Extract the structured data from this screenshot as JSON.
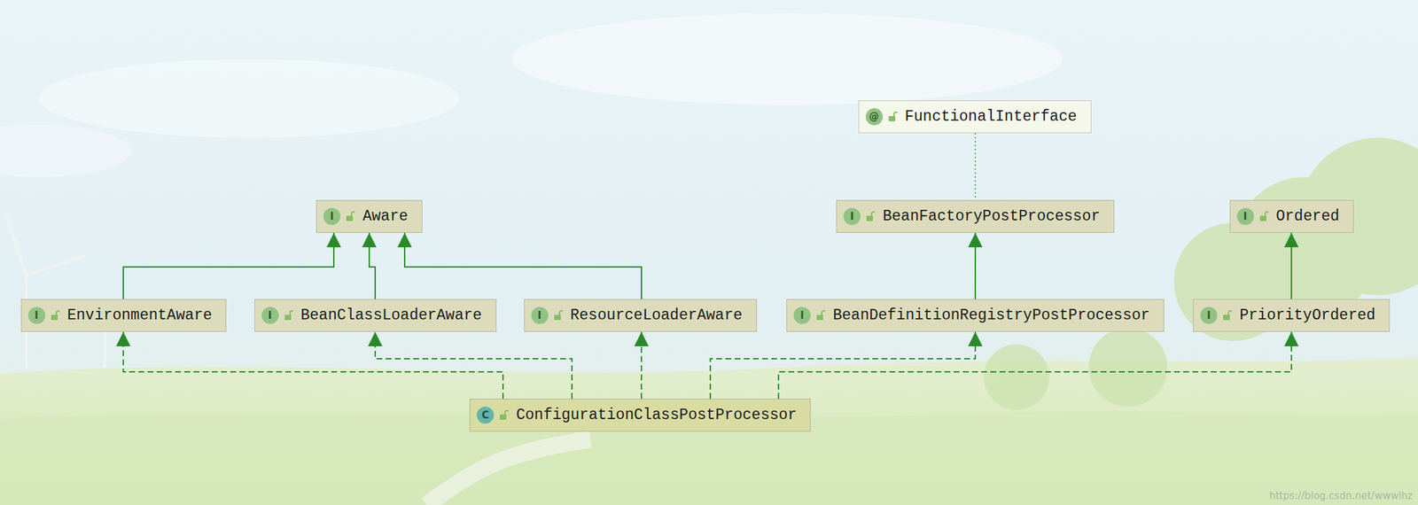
{
  "diagram": {
    "nodes": [
      {
        "text": [
          "@",
          "FunctionalInterface"
        ]
      },
      {
        "text": [
          "I",
          "Aware"
        ]
      },
      {
        "text": [
          "I",
          "BeanFactoryPostProcessor"
        ]
      },
      {
        "text": [
          "I",
          "Ordered"
        ]
      },
      {
        "text": [
          "I",
          "EnvironmentAware"
        ]
      },
      {
        "text": [
          "I",
          "BeanClassLoaderAware"
        ]
      },
      {
        "text": [
          "I",
          "ResourceLoaderAware"
        ]
      },
      {
        "text": [
          "I",
          "BeanDefinitionRegistryPostProcessor"
        ]
      },
      {
        "text": [
          "I",
          "PriorityOrdered"
        ]
      },
      {
        "text": [
          "C",
          "ConfigurationClassPostProcessor"
        ]
      }
    ],
    "edges": [
      {
        "from": 4,
        "to": 1,
        "arrow": "to"
      },
      {
        "from": 5,
        "to": 1,
        "arrow": "to"
      },
      {
        "from": 6,
        "to": 1,
        "arrow": "to"
      },
      {
        "from": 7,
        "to": 2,
        "arrow": "to"
      },
      {
        "from": 8,
        "to": 3,
        "arrow": "to"
      },
      {
        "from": 0,
        "to": 2,
        "arrow": "none"
      },
      {
        "from": 9,
        "to": 4,
        "arrow": "to"
      },
      {
        "from": 9,
        "to": 5,
        "arrow": "to"
      },
      {
        "from": 9,
        "to": 6,
        "arrow": "to"
      },
      {
        "from": 9,
        "to": 7,
        "arrow": "to"
      },
      {
        "from": 9,
        "to": 8,
        "arrow": "to"
      }
    ],
    "labels": [
      "https://blog.csdn.net/wwwlhz"
    ]
  }
}
